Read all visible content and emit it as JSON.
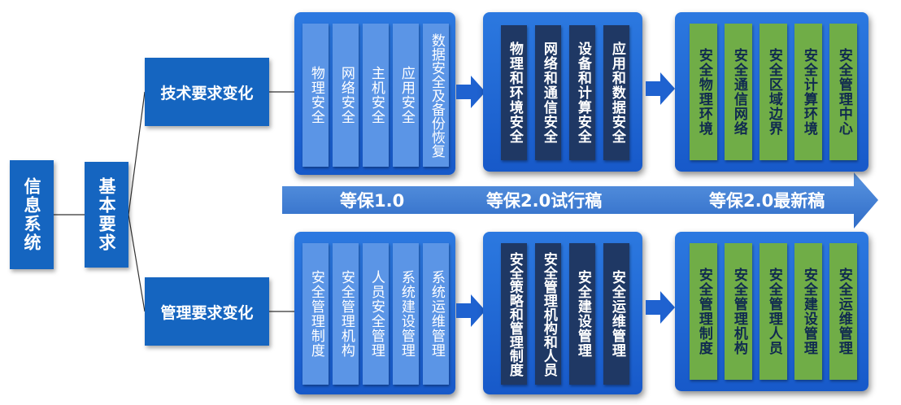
{
  "root": {
    "label": "信息系统"
  },
  "basic": {
    "label": "基本要求"
  },
  "branches": {
    "tech": {
      "label": "技术要求变化"
    },
    "mgmt": {
      "label": "管理要求变化"
    }
  },
  "tech_panels": [
    {
      "items": [
        "物理安全",
        "网络安全",
        "主机安全",
        "应用安全",
        "数据安全及备份恢复"
      ]
    },
    {
      "items": [
        "物理和环境安全",
        "网络和通信安全",
        "设备和计算安全",
        "应用和数据安全"
      ]
    },
    {
      "items": [
        "安全物理环境",
        "安全通信网络",
        "安全区域边界",
        "安全计算环境",
        "安全管理中心"
      ]
    }
  ],
  "mgmt_panels": [
    {
      "items": [
        "安全管理制度",
        "安全管理机构",
        "人员安全管理",
        "系统建设管理",
        "系统运维管理"
      ]
    },
    {
      "items": [
        "安全策略和管理制度",
        "安全管理机构和人员",
        "安全建设管理",
        "安全运维管理"
      ]
    },
    {
      "items": [
        "安全管理制度",
        "安全管理机构",
        "安全管理人员",
        "安全建设管理",
        "安全运维管理"
      ]
    }
  ],
  "timeline": {
    "stage1": "等保1.0",
    "stage2": "等保2.0试行稿",
    "stage3": "等保2.0最新稿"
  },
  "colors": {
    "node_blue": "#1565c0",
    "panel_blue": "#1f62d0",
    "light_column": "#5b95e6",
    "dark_column": "#1f3864",
    "green_column": "#70ad47",
    "band": "#3d7bd4"
  }
}
